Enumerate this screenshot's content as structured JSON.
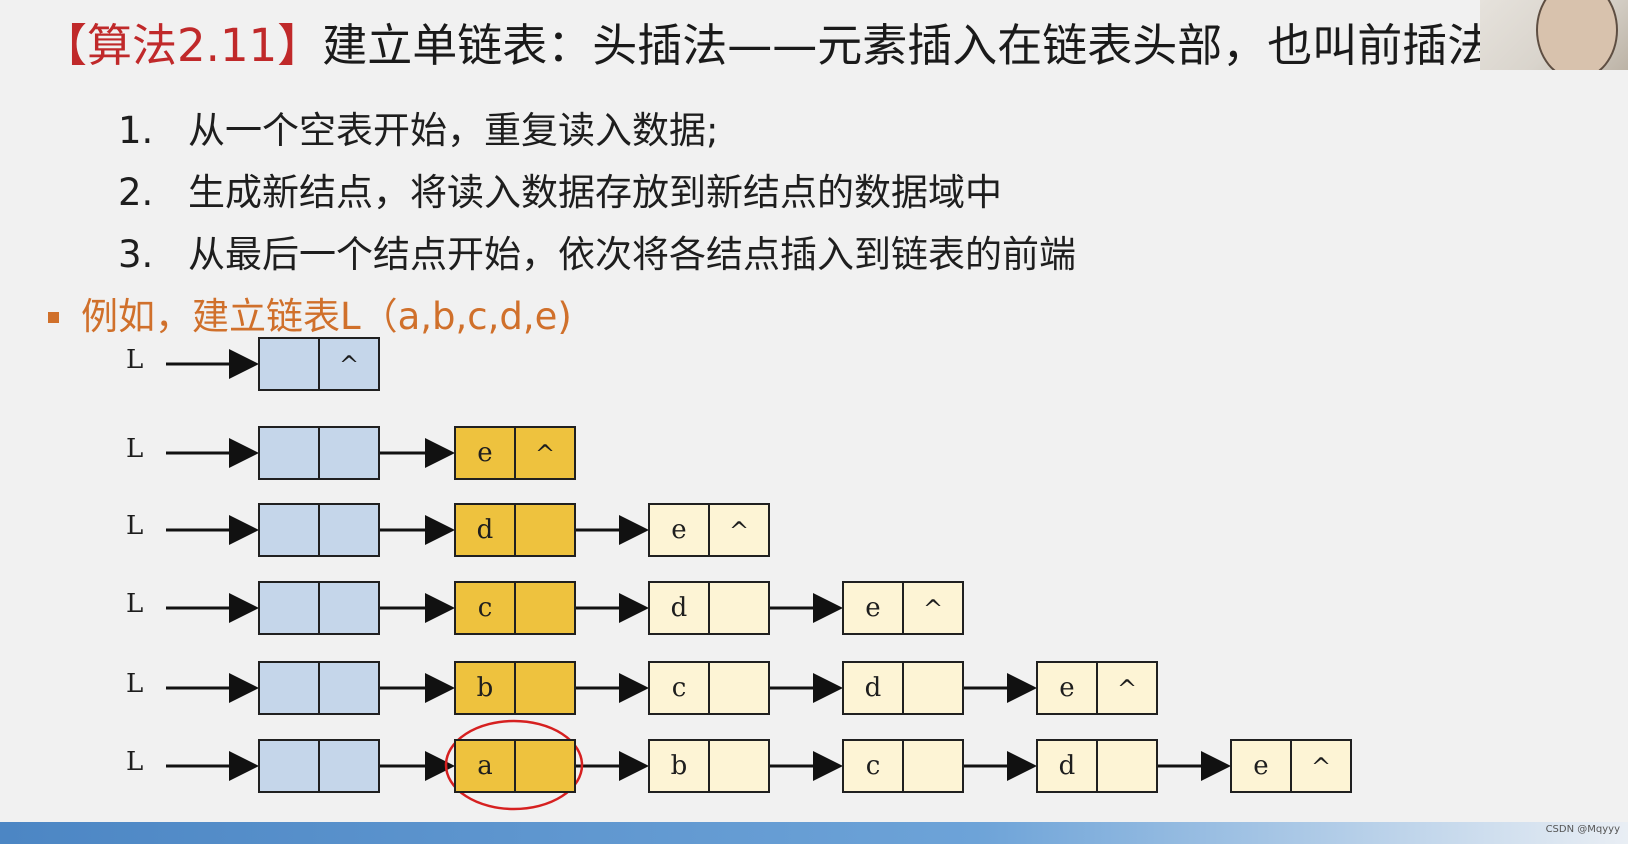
{
  "title": {
    "bracket_open": "【",
    "algorithm": "算法2.11",
    "bracket_close": "】",
    "text": "建立单链表：头插法——元素插入在链表头部，也叫前插法"
  },
  "steps": [
    {
      "num": "1.",
      "text": "从一个空表开始，重复读入数据;"
    },
    {
      "num": "2.",
      "text": "生成新结点，将读入数据存放到新结点的数据域中"
    },
    {
      "num": "3.",
      "text": "从最后一个结点开始，依次将各结点插入到链表的前端"
    }
  ],
  "example": "例如，建立链表L（a,b,c,d,e)",
  "diagram": {
    "null_symbol": "^",
    "rows": [
      {
        "label": "L",
        "nodes": []
      },
      {
        "label": "L",
        "nodes": [
          "e"
        ]
      },
      {
        "label": "L",
        "nodes": [
          "d",
          "e"
        ]
      },
      {
        "label": "L",
        "nodes": [
          "c",
          "d",
          "e"
        ]
      },
      {
        "label": "L",
        "nodes": [
          "b",
          "c",
          "d",
          "e"
        ]
      },
      {
        "label": "L",
        "nodes": [
          "a",
          "b",
          "c",
          "d",
          "e"
        ]
      }
    ],
    "colors": {
      "head_node": "#c5d6ea",
      "new_node": "#eec23e",
      "old_node": "#fdf4d5",
      "highlight_circle": "#d62020"
    }
  },
  "watermark": "CSDN @Mqyyy"
}
